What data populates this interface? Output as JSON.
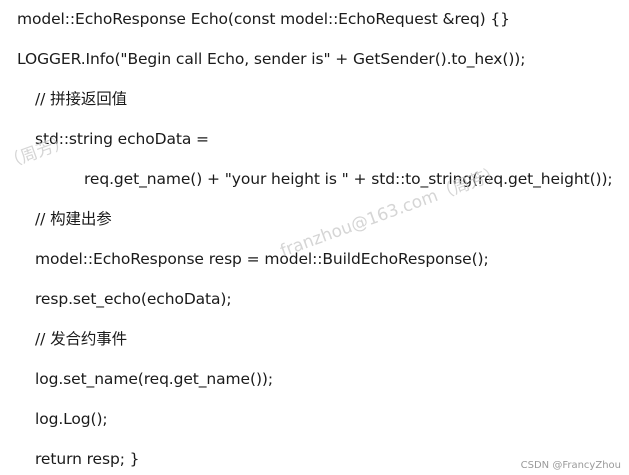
{
  "code_lines": [
    "model::EchoResponse Echo(const model::EchoRequest &req) {}",
    "LOGGER.Info(\"Begin call Echo, sender is\" + GetSender().to_hex());",
    "// 拼接返回值",
    "std::string echoData =",
    "req.get_name() + \"your height is \" + std::to_string(req.get_height());",
    "// 构建出参",
    "model::EchoResponse resp = model::BuildEchoResponse();",
    "resp.set_echo(echoData);",
    "// 发合约事件",
    "log.set_name(req.get_name());",
    "log.Log();",
    "return resp; }"
  ],
  "watermark": {
    "left": "（周芳）",
    "main": "franzhou@163.com（周芳）"
  },
  "credit": "CSDN @FrancyZhou"
}
